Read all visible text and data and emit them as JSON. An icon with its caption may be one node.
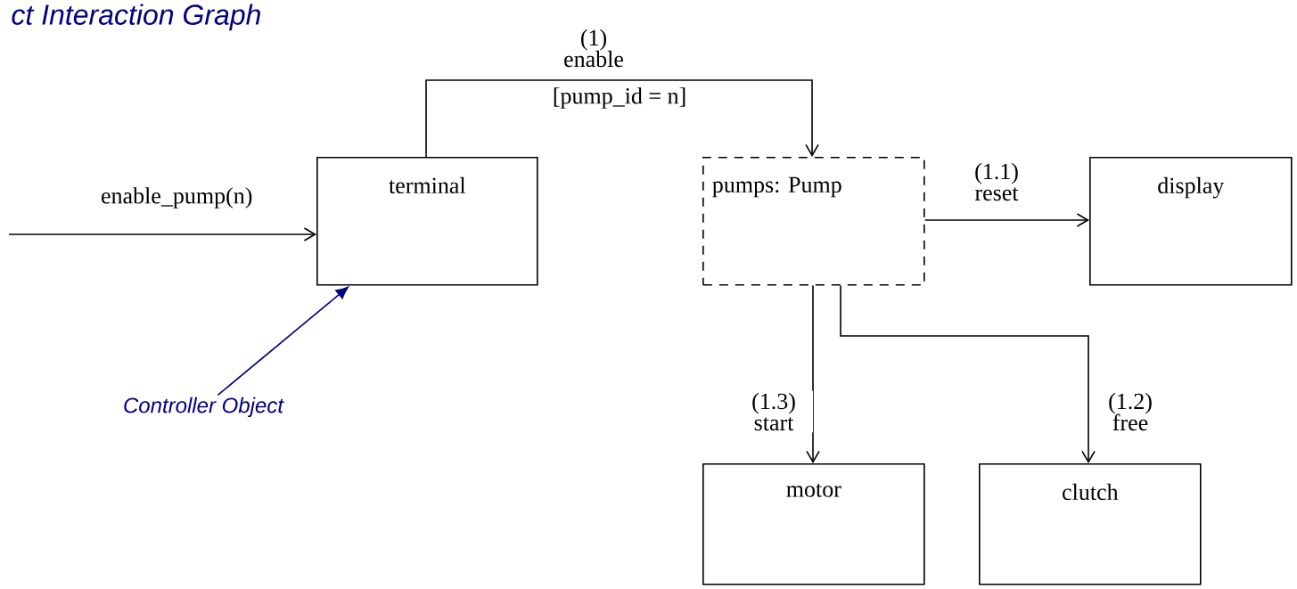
{
  "diagram": {
    "title": "ct Interaction Graph",
    "nodes": [
      {
        "text": [
          "terminal"
        ]
      },
      {
        "text": [
          "pumps: Pump"
        ]
      },
      {
        "text": [
          "display"
        ]
      },
      {
        "text": [
          "motor"
        ]
      },
      {
        "text": [
          "clutch"
        ]
      },
      {
        "text": [
          "Controller Object"
        ]
      }
    ],
    "edges": [
      {
        "from": null,
        "to": 0,
        "arrow": "to",
        "label": "enable_pump(n)"
      },
      {
        "from": 0,
        "to": 1,
        "arrow": "to",
        "label": "(1) enable"
      },
      {
        "from": 1,
        "to": 2,
        "arrow": "to",
        "label": "(1.1) reset"
      },
      {
        "from": 1,
        "to": 3,
        "arrow": "to",
        "label": "(1.3) start"
      },
      {
        "from": 1,
        "to": 4,
        "arrow": "to",
        "label": "(1.2) free"
      },
      {
        "from": 5,
        "to": 0,
        "arrow": "to",
        "color": "#000080"
      }
    ],
    "labels": [
      "[pump_id = n]"
    ]
  }
}
